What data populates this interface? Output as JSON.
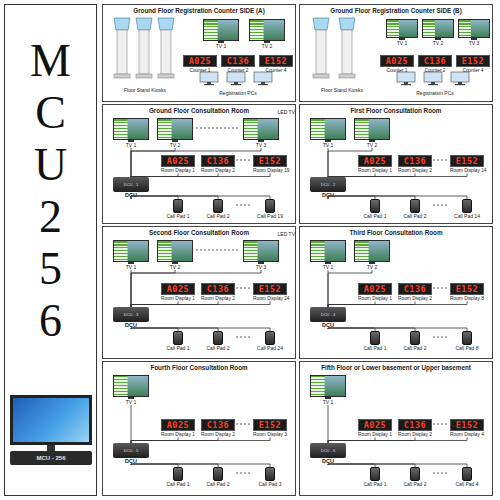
{
  "diagram": {
    "nodes": [
      {
        "text": [
          "M C U 2 5 6"
        ]
      },
      {
        "text": [
          "MCU - 256"
        ],
        "in": 0
      },
      {
        "text": [
          "Ground Floor Registration Counter SIDE (A)"
        ]
      },
      {
        "text": [
          "TV 1"
        ],
        "in": 2
      },
      {
        "text": [
          "TV 2"
        ],
        "in": 2
      },
      {
        "text": [
          "A025",
          "Counter 1"
        ],
        "in": 2
      },
      {
        "text": [
          "C136",
          "Counter 2"
        ],
        "in": 2
      },
      {
        "text": [
          "E152",
          "Counter 4"
        ],
        "in": 2
      },
      {
        "text": [
          "Ground Floor Registration Counter SIDE (B)"
        ]
      },
      {
        "text": [
          "TV 1"
        ],
        "in": 8
      },
      {
        "text": [
          "TV 2"
        ],
        "in": 8
      },
      {
        "text": [
          "TV 3"
        ],
        "in": 8
      },
      {
        "text": [
          "A025",
          "Counter 1"
        ],
        "in": 8
      },
      {
        "text": [
          "C136",
          "Counter 2"
        ],
        "in": 8
      },
      {
        "text": [
          "E152",
          "Counter 4"
        ],
        "in": 8
      },
      {
        "text": [
          "Ground Floor Consultation Room"
        ]
      },
      {
        "text": [
          "TV 1"
        ],
        "in": 15
      },
      {
        "text": [
          "TV 2"
        ],
        "in": 15
      },
      {
        "text": [
          "TV 3"
        ],
        "in": 15
      },
      {
        "text": [
          "A025",
          "Room Display 1"
        ],
        "in": 15
      },
      {
        "text": [
          "C136",
          "Room Display 2"
        ],
        "in": 15
      },
      {
        "text": [
          "E152",
          "Room Display 19"
        ],
        "in": 15
      },
      {
        "text": [
          "DCU - 1",
          "DCU"
        ],
        "in": 15
      },
      {
        "text": [
          "Call Pad 1"
        ],
        "in": 15
      },
      {
        "text": [
          "Call Pad 2"
        ],
        "in": 15
      },
      {
        "text": [
          "Call Pad 19"
        ],
        "in": 15
      },
      {
        "text": [
          "First Floor Consultation Room"
        ]
      },
      {
        "text": [
          "TV 1"
        ],
        "in": 26
      },
      {
        "text": [
          "TV 2"
        ],
        "in": 26
      },
      {
        "text": [
          "A025",
          "Room Display 1"
        ],
        "in": 26
      },
      {
        "text": [
          "C136",
          "Room Display 2"
        ],
        "in": 26
      },
      {
        "text": [
          "E152",
          "Room Display 14"
        ],
        "in": 26
      },
      {
        "text": [
          "DCU - 2",
          "DCU"
        ],
        "in": 26
      },
      {
        "text": [
          "Call Pad 1"
        ],
        "in": 26
      },
      {
        "text": [
          "Call Pad 2"
        ],
        "in": 26
      },
      {
        "text": [
          "Call Pad 14"
        ],
        "in": 26
      },
      {
        "text": [
          "Second Floor Consultation Room"
        ]
      },
      {
        "text": [
          "TV 1"
        ],
        "in": 36
      },
      {
        "text": [
          "TV 2"
        ],
        "in": 36
      },
      {
        "text": [
          "TV 3"
        ],
        "in": 36
      },
      {
        "text": [
          "A025",
          "Room Display 1"
        ],
        "in": 36
      },
      {
        "text": [
          "C136",
          "Room Display 2"
        ],
        "in": 36
      },
      {
        "text": [
          "E152",
          "Room Display 24"
        ],
        "in": 36
      },
      {
        "text": [
          "DCU - 3",
          "DCU"
        ],
        "in": 36
      },
      {
        "text": [
          "Call Pad 1"
        ],
        "in": 36
      },
      {
        "text": [
          "Call Pad 2"
        ],
        "in": 36
      },
      {
        "text": [
          "Call Pad 24"
        ],
        "in": 36
      },
      {
        "text": [
          "Third Floor Consultation Room"
        ]
      },
      {
        "text": [
          "TV 1"
        ],
        "in": 47
      },
      {
        "text": [
          "TV 2"
        ],
        "in": 47
      },
      {
        "text": [
          "A025",
          "Room Display 1"
        ],
        "in": 47
      },
      {
        "text": [
          "C136",
          "Room Display 2"
        ],
        "in": 47
      },
      {
        "text": [
          "E152",
          "Room Display 8"
        ],
        "in": 47
      },
      {
        "text": [
          "DCU - 4",
          "DCU"
        ],
        "in": 47
      },
      {
        "text": [
          "Call Pad 1"
        ],
        "in": 47
      },
      {
        "text": [
          "Call Pad 2"
        ],
        "in": 47
      },
      {
        "text": [
          "Call Pad 8"
        ],
        "in": 47
      },
      {
        "text": [
          "Fourth Floor Consultation Room"
        ]
      },
      {
        "text": [
          "TV 1"
        ],
        "in": 57
      },
      {
        "text": [
          "A025",
          "Room Display 1"
        ],
        "in": 57
      },
      {
        "text": [
          "C136",
          "Room Display 2"
        ],
        "in": 57
      },
      {
        "text": [
          "E152",
          "Room Display 3"
        ],
        "in": 57
      },
      {
        "text": [
          "DCU - 5",
          "DCU"
        ],
        "in": 57
      },
      {
        "text": [
          "Call Pad 1"
        ],
        "in": 57
      },
      {
        "text": [
          "Call Pad 2"
        ],
        "in": 57
      },
      {
        "text": [
          "Call Pad 3"
        ],
        "in": 57
      },
      {
        "text": [
          "Fifth Floor or Lower basement or Upper basement"
        ]
      },
      {
        "text": [
          "TV 1"
        ],
        "in": 66
      },
      {
        "text": [
          "A025",
          "Room Display 1"
        ],
        "in": 66
      },
      {
        "text": [
          "C136",
          "Room Display 2"
        ],
        "in": 66
      },
      {
        "text": [
          "E152",
          "Room Display 4"
        ],
        "in": 66
      },
      {
        "text": [
          "DCU - 6",
          "DCU"
        ],
        "in": 66
      },
      {
        "text": [
          "Call Pad 1"
        ],
        "in": 66
      },
      {
        "text": [
          "Call Pad 2"
        ],
        "in": 66
      },
      {
        "text": [
          "Call Pad 4"
        ],
        "in": 66
      }
    ],
    "edges": [
      {
        "from": 22,
        "to": 16,
        "arrow": "none"
      },
      {
        "from": 22,
        "to": 17,
        "arrow": "none"
      },
      {
        "from": 22,
        "to": 18,
        "arrow": "none"
      },
      {
        "from": 22,
        "to": 19,
        "arrow": "none"
      },
      {
        "from": 22,
        "to": 20,
        "arrow": "none"
      },
      {
        "from": 22,
        "to": 21,
        "arrow": "none"
      },
      {
        "from": 22,
        "to": 23,
        "arrow": "none"
      },
      {
        "from": 22,
        "to": 24,
        "arrow": "none"
      },
      {
        "from": 22,
        "to": 25,
        "arrow": "none"
      },
      {
        "from": 32,
        "to": 27,
        "arrow": "none"
      },
      {
        "from": 32,
        "to": 28,
        "arrow": "none"
      },
      {
        "from": 32,
        "to": 29,
        "arrow": "none"
      },
      {
        "from": 32,
        "to": 30,
        "arrow": "none"
      },
      {
        "from": 32,
        "to": 31,
        "arrow": "none"
      },
      {
        "from": 32,
        "to": 33,
        "arrow": "none"
      },
      {
        "from": 32,
        "to": 34,
        "arrow": "none"
      },
      {
        "from": 32,
        "to": 35,
        "arrow": "none"
      },
      {
        "from": 43,
        "to": 37,
        "arrow": "none"
      },
      {
        "from": 43,
        "to": 38,
        "arrow": "none"
      },
      {
        "from": 43,
        "to": 39,
        "arrow": "none"
      },
      {
        "from": 43,
        "to": 40,
        "arrow": "none"
      },
      {
        "from": 43,
        "to": 41,
        "arrow": "none"
      },
      {
        "from": 43,
        "to": 42,
        "arrow": "none"
      },
      {
        "from": 43,
        "to": 44,
        "arrow": "none"
      },
      {
        "from": 43,
        "to": 45,
        "arrow": "none"
      },
      {
        "from": 43,
        "to": 46,
        "arrow": "none"
      },
      {
        "from": 53,
        "to": 48,
        "arrow": "none"
      },
      {
        "from": 53,
        "to": 49,
        "arrow": "none"
      },
      {
        "from": 53,
        "to": 50,
        "arrow": "none"
      },
      {
        "from": 53,
        "to": 51,
        "arrow": "none"
      },
      {
        "from": 53,
        "to": 52,
        "arrow": "none"
      },
      {
        "from": 53,
        "to": 54,
        "arrow": "none"
      },
      {
        "from": 53,
        "to": 55,
        "arrow": "none"
      },
      {
        "from": 53,
        "to": 56,
        "arrow": "none"
      },
      {
        "from": 62,
        "to": 58,
        "arrow": "none"
      },
      {
        "from": 62,
        "to": 59,
        "arrow": "none"
      },
      {
        "from": 62,
        "to": 60,
        "arrow": "none"
      },
      {
        "from": 62,
        "to": 61,
        "arrow": "none"
      },
      {
        "from": 62,
        "to": 63,
        "arrow": "none"
      },
      {
        "from": 62,
        "to": 64,
        "arrow": "none"
      },
      {
        "from": 62,
        "to": 65,
        "arrow": "none"
      },
      {
        "from": 71,
        "to": 67,
        "arrow": "none"
      },
      {
        "from": 71,
        "to": 68,
        "arrow": "none"
      },
      {
        "from": 71,
        "to": 69,
        "arrow": "none"
      },
      {
        "from": 71,
        "to": 70,
        "arrow": "none"
      },
      {
        "from": 71,
        "to": 72,
        "arrow": "none"
      },
      {
        "from": 71,
        "to": 73,
        "arrow": "none"
      },
      {
        "from": 71,
        "to": 74,
        "arrow": "none"
      }
    ],
    "labels": [
      "Floor Stand Kiosks",
      "Registration PCs",
      "Floor Stand Kiosks",
      "Registration PCs",
      "LED TV",
      "LED TV"
    ]
  }
}
